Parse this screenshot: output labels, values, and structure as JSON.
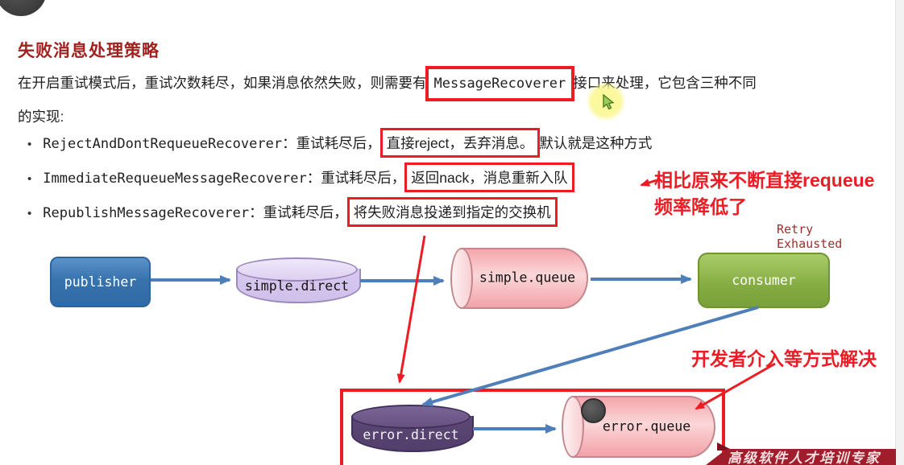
{
  "slide": {
    "title": "失败消息处理策略",
    "intro": {
      "before_code": "在开启重试模式后，重试次数耗尽，如果消息依然失败，则需要有",
      "code": "MessageRecoverer",
      "after_code": "接口来处理，它包含三种不同",
      "line2": "的实现:"
    },
    "bullets": [
      {
        "name": "RejectAndDontRequeueRecoverer",
        "mid": "：重试耗尽后，",
        "boxed": "直接reject，丢弃消息。",
        "after": "默认就是这种方式"
      },
      {
        "name": "ImmediateRequeueMessageRecoverer",
        "mid": "：重试耗尽后，",
        "boxed": "返回nack，消息重新入队",
        "after": ""
      },
      {
        "name": "RepublishMessageRecoverer",
        "mid": "：重试耗尽后，",
        "boxed": "将失败消息投递到指定的交换机",
        "after": ""
      }
    ],
    "notes": {
      "requeue_line1": "相比原来不断直接requeue",
      "requeue_line2": "频率降低了",
      "retry_line1": "Retry",
      "retry_line2": "Exhausted",
      "developer": "开发者介入等方式解决"
    },
    "diagram": {
      "publisher_label": "publisher",
      "exchange_label": "simple.direct",
      "queue_label": "simple.queue",
      "consumer_label": "consumer",
      "error_exchange_label": "error.direct",
      "error_queue_label": "error.queue"
    },
    "footer_banner": "高级软件人才培训专家",
    "colors": {
      "title_red": "#a3221f",
      "annotation_red": "#ed1c24",
      "arrow_blue": "#4e7fba",
      "publisher_blue": "#3973ad",
      "consumer_green": "#84ac42",
      "exchange_purple": "#d8c9f0",
      "error_exchange_purple": "#533f6b",
      "queue_pink": "#f3a6ab",
      "banner_red": "#a01d2b"
    }
  }
}
